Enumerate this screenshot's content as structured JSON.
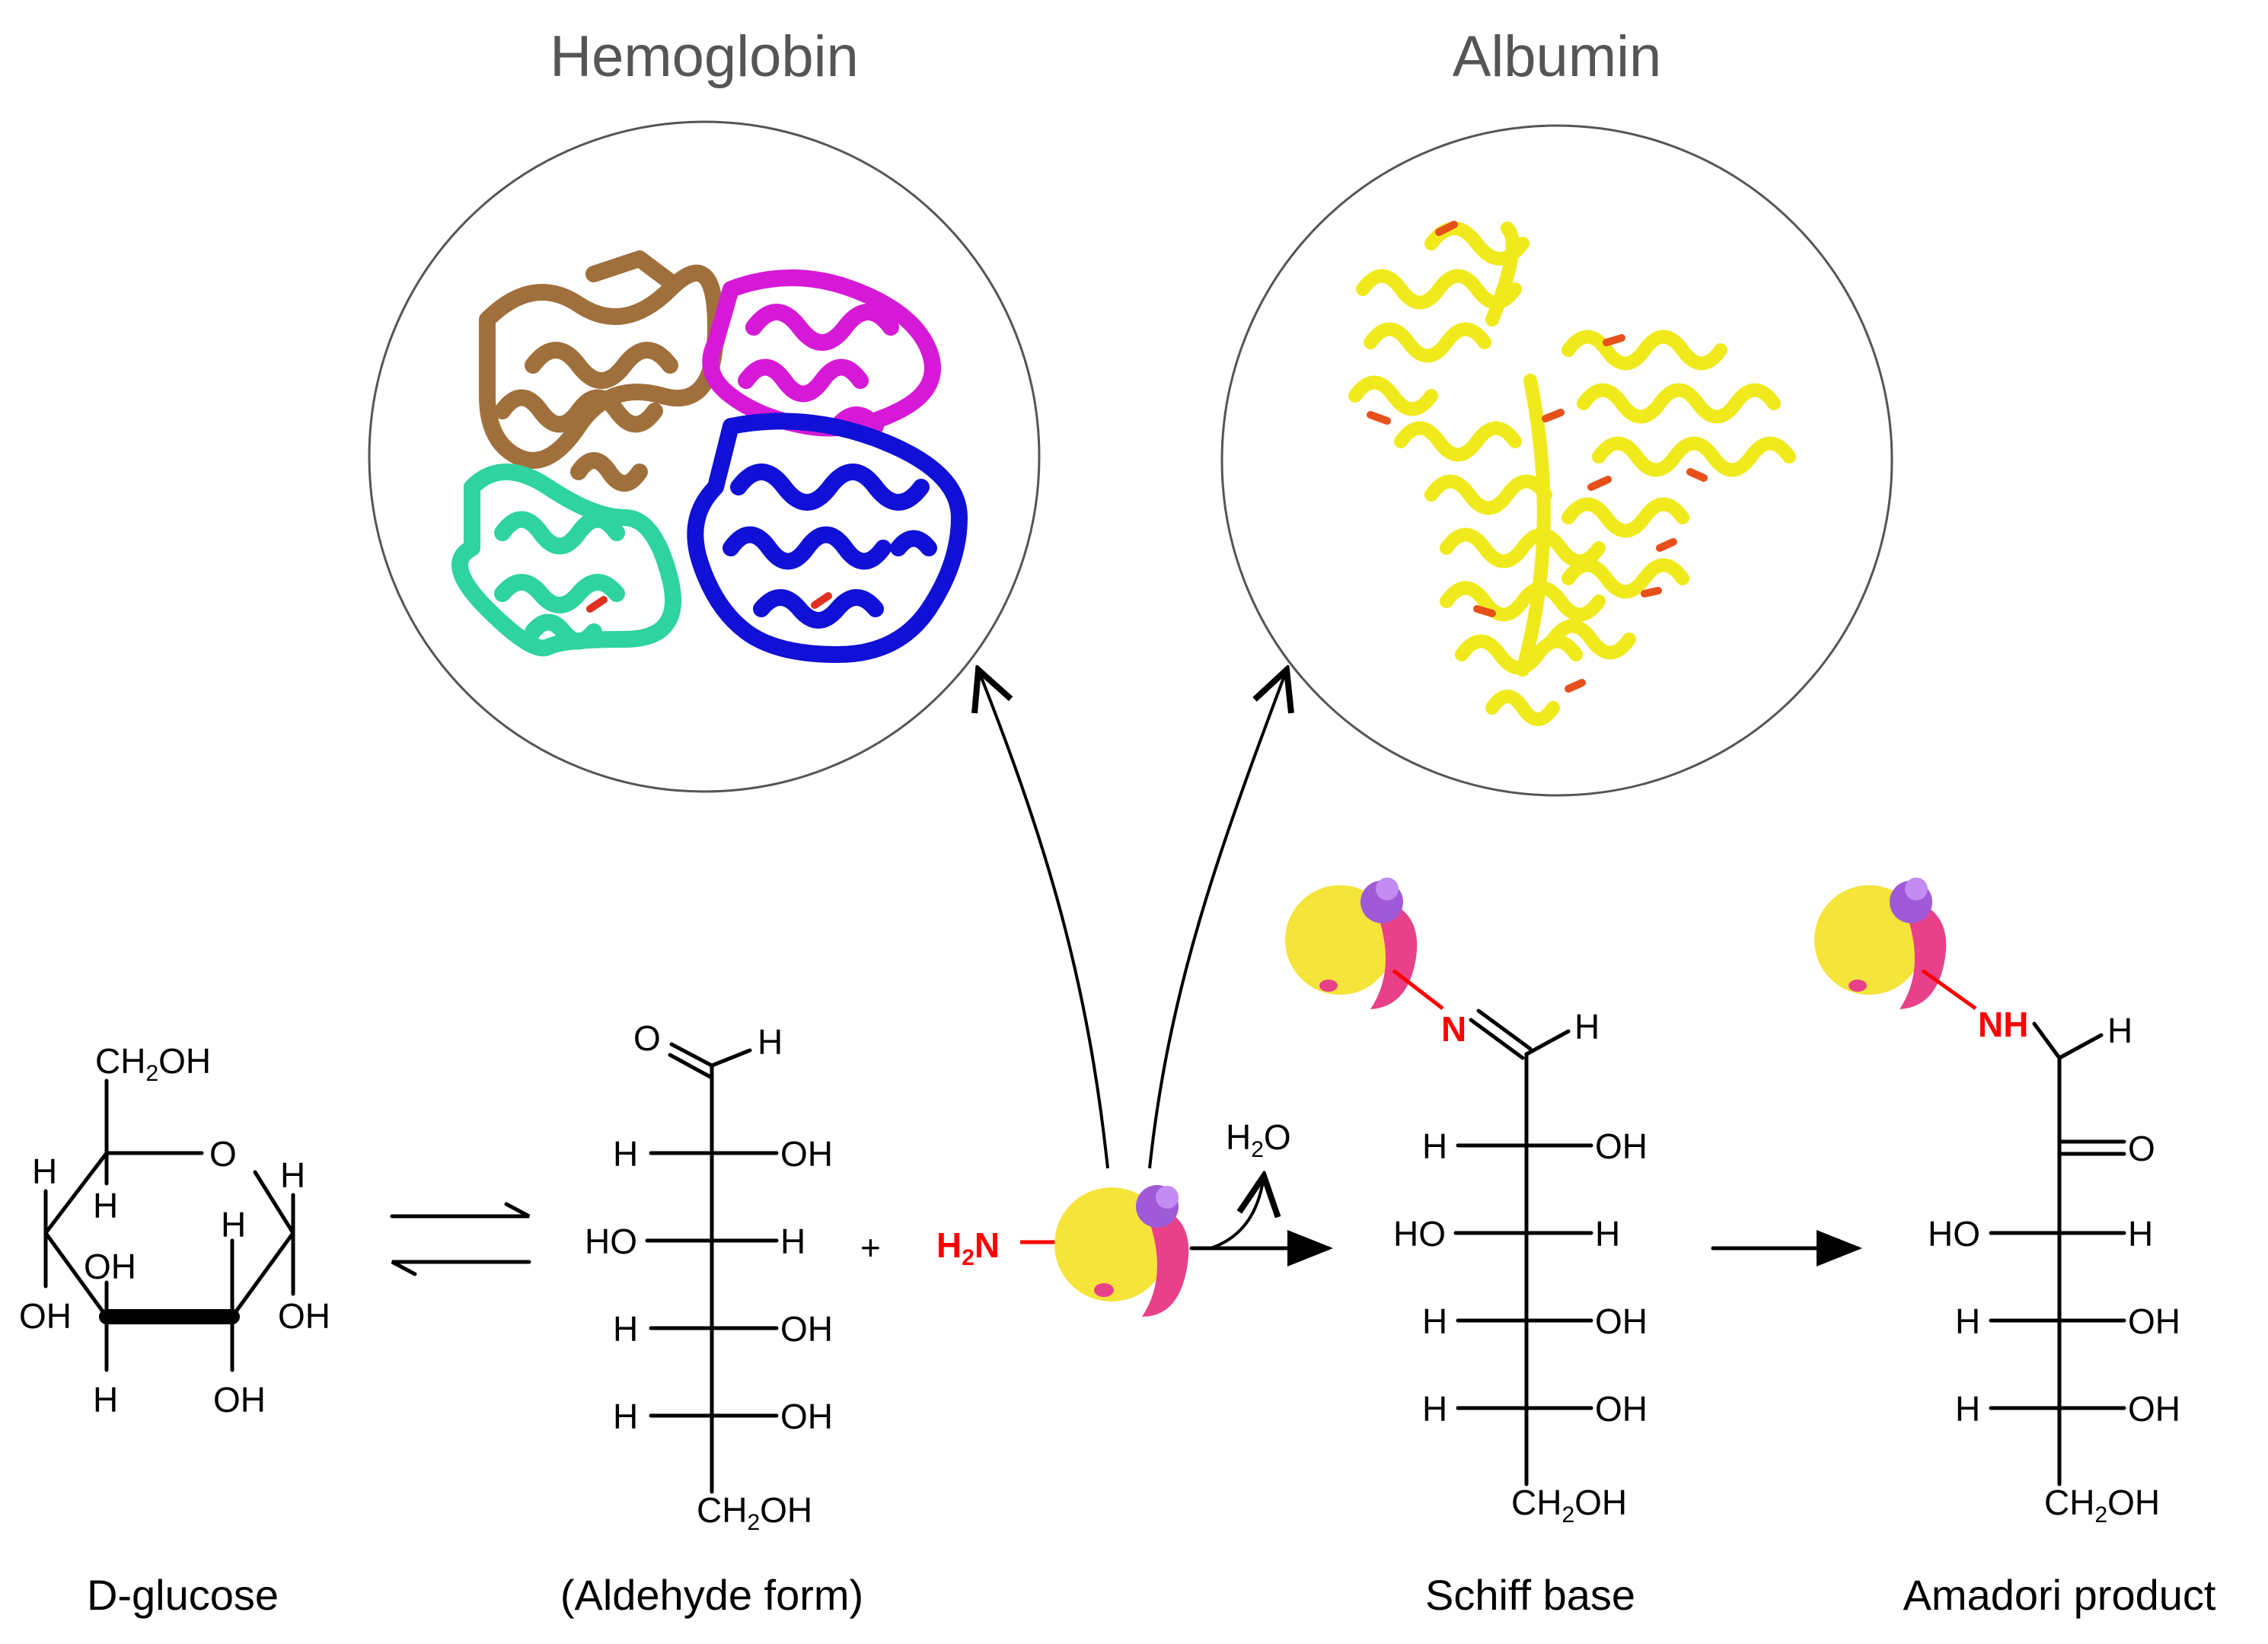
{
  "titles": {
    "hemoglobin": "Hemoglobin",
    "albumin": "Albumin"
  },
  "captions": {
    "glucose": "D-glucose",
    "aldehyde": "(Aldehyde form)",
    "schiff": "Schiff base",
    "amadori": "Amadori product"
  },
  "glucose_ring": {
    "ch2oh": "CH",
    "ch2oh_sub": "2",
    "ch2oh_end": "OH",
    "o": "O",
    "h": "H",
    "oh": "OH"
  },
  "chain": {
    "o": "O",
    "h": "H",
    "oh": "OH",
    "ho": "HO",
    "ch2": "CH",
    "ch2_sub": "2",
    "ch2_end": "OH"
  },
  "reaction": {
    "plus": "+",
    "amine": "H",
    "amine_sub": "2",
    "amine_end": "N",
    "water": "H",
    "water_sub": "2",
    "water_end": "O",
    "imine_n": "N",
    "amine_nh": "NH"
  },
  "colors": {
    "hb_brown": "#a0703c",
    "hb_magenta": "#d619d6",
    "hb_teal": "#2ed39f",
    "hb_blue": "#1010d6",
    "alb_yellow": "#f0ea1c",
    "alb_red": "#e8501a",
    "protein_yellow": "#f5e43a",
    "protein_pink": "#e8418a",
    "protein_purple": "#a05ad8",
    "heteroatom_red": "#ff0000"
  }
}
